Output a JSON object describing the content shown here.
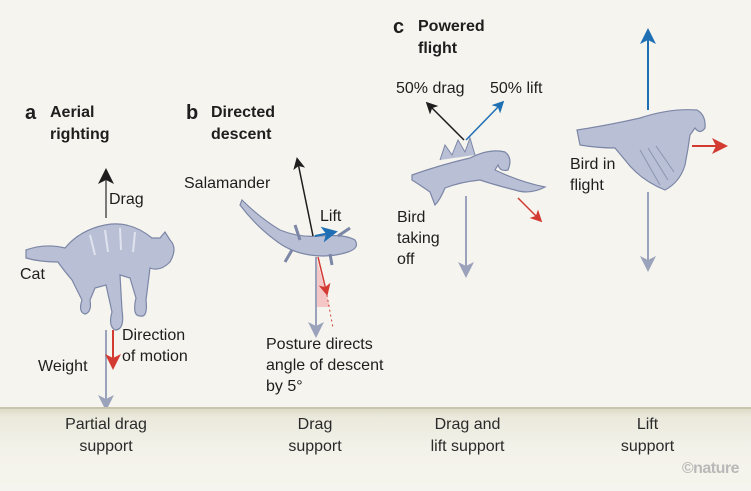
{
  "panels": [
    {
      "letter": "a",
      "title_line1": "Aerial",
      "title_line2": "righting"
    },
    {
      "letter": "b",
      "title_line1": "Directed",
      "title_line2": "descent"
    },
    {
      "letter": "c",
      "title_line1": "Powered",
      "title_line2": "flight"
    }
  ],
  "labels": {
    "drag": "Drag",
    "cat": "Cat",
    "direction1": "Direction",
    "direction2": "of motion",
    "weight": "Weight",
    "salamander": "Salamander",
    "lift": "Lift",
    "posture1": "Posture directs",
    "posture2": "angle of descent",
    "posture3": "by 5°",
    "drag50": "50% drag",
    "lift50": "50% lift",
    "takeoff1": "Bird",
    "takeoff2": "taking",
    "takeoff3": "off",
    "inflight1": "Bird in",
    "inflight2": "flight"
  },
  "ground_labels": [
    {
      "line1": "Partial drag",
      "line2": "support"
    },
    {
      "line1": "Drag",
      "line2": "support"
    },
    {
      "line1": "Drag and",
      "line2": "lift support"
    },
    {
      "line1": "Lift",
      "line2": "support"
    }
  ],
  "credit": "©nature",
  "colors": {
    "background": "#f5f4ee",
    "drag_arrow": "#1e1e1e",
    "lift_arrow": "#1f6fb5",
    "motion_arrow": "#d23a32",
    "weight_arrow": "#9aa3bb",
    "animal_fill": "#b9c0d6",
    "animal_stroke": "#7c86a6"
  }
}
